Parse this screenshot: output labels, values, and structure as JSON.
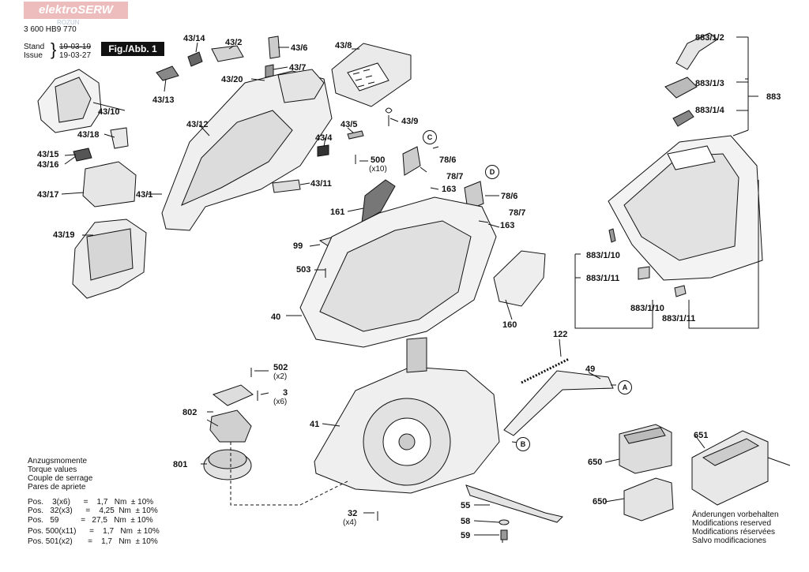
{
  "watermark": {
    "brand": "elektroSERW",
    "sub": "ROZUN"
  },
  "doc": {
    "id": "3 600 HB9 770",
    "stand_label": "Stand",
    "issue_label": "Issue",
    "stand_date": "19-03-19",
    "issue_date": "19-03-27",
    "fig": "Fig./Abb. 1"
  },
  "parts": {
    "p43_14": "43/14",
    "p43_2": "43/2",
    "p43_6": "43/6",
    "p43_8": "43/8",
    "p43_7": "43/7",
    "p43_20": "43/20",
    "p43_13": "43/13",
    "p43_10": "43/10",
    "p43_12": "43/12",
    "p43_9": "43/9",
    "p43_5": "43/5",
    "p43_18": "43/18",
    "p43_4": "43/4",
    "p43_15": "43/15",
    "p43_16": "43/16",
    "p43_17": "43/17",
    "p43_1": "43/1",
    "p43_11": "43/11",
    "p43_19": "43/19",
    "p500": "500",
    "p500q": "(x10)",
    "p78_6a": "78/6",
    "p78_7a": "78/7",
    "p163a": "163",
    "p78_6b": "78/6",
    "p78_7b": "78/7",
    "p163b": "163",
    "p161": "161",
    "p99": "99",
    "p503": "503",
    "p40": "40",
    "p160": "160",
    "p883_1_2": "883/1/2",
    "p883_1_3": "883/1/3",
    "p883_1_4": "883/1/4",
    "p883": "883",
    "p883_1_10a": "883/1/10",
    "p883_1_11a": "883/1/11",
    "p883_1_10b": "883/1/10",
    "p883_1_11b": "883/1/11",
    "p122": "122",
    "p49": "49",
    "p502": "502",
    "p502q": "(x2)",
    "p3": "3",
    "p3q": "(x6)",
    "p802": "802",
    "p41": "41",
    "p801": "801",
    "p651": "651",
    "p650a": "650",
    "p650b": "650",
    "p55": "55",
    "p58": "58",
    "p59": "59",
    "p32": "32",
    "p32q": "(x4)"
  },
  "markers": {
    "A": "A",
    "B": "B",
    "C": "C",
    "D": "D"
  },
  "torque": {
    "heading": [
      "Anzugsmomente",
      "Torque values",
      "Couple de serrage",
      "Pares de apriete"
    ],
    "rows": [
      "Pos.    3(x6)      =    1,7   Nm  ± 10%",
      "Pos.   32(x3)      =    4,25  Nm  ± 10%",
      "Pos.   59          =   27,5   Nm  ± 10%",
      "Pos. 500(x11)      =    1,7   Nm  ± 10%",
      "Pos. 501(x2)       =    1,7   Nm  ± 10%"
    ]
  },
  "notice": [
    "Änderungen vorbehalten",
    "Modifications reserved",
    "Modifications réservées",
    "Salvo modificaciones"
  ]
}
